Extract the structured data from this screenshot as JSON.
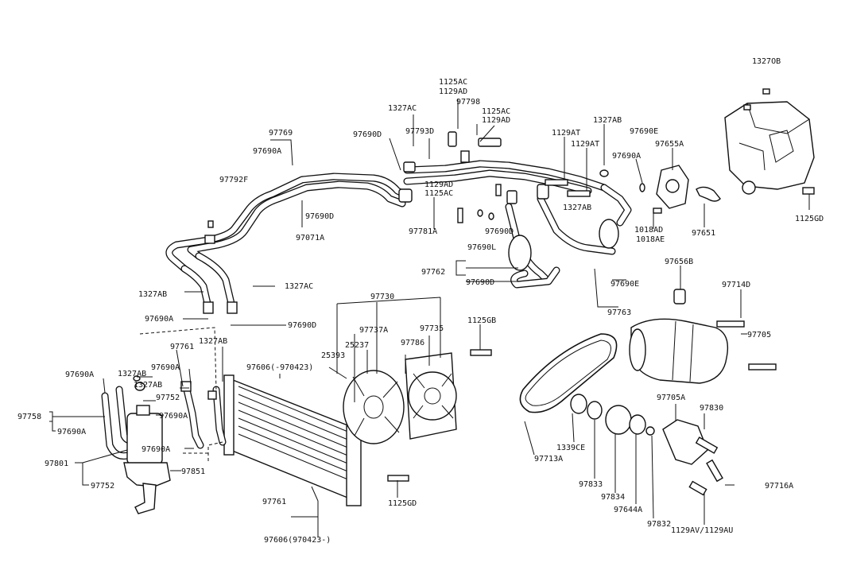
{
  "labels": [
    "1327OB",
    "97769",
    "97690A",
    "97792F",
    "97690D",
    "97071A",
    "1327AB",
    "1327AC",
    "1125AC",
    "1129AD",
    "97798",
    "1327AC",
    "1125AC",
    "1129AD",
    "97793D",
    "97690D",
    "1129AT",
    "1129AT",
    "1327AB",
    "97690E",
    "97690A",
    "97655A",
    "1129AD",
    "1125AC",
    "97781A",
    "97690L",
    "97690D",
    "1327AB",
    "1018AD",
    "1018AE",
    "97651",
    "1125GD",
    "97762",
    "97690D",
    "97690E",
    "97763",
    "97656B",
    "97714D",
    "97705",
    "97690A",
    "97690D",
    "97730",
    "97737A",
    "97735",
    "1125GB",
    "1327AB",
    "97761",
    "97690A",
    "97606(-970423)",
    "25393",
    "25237",
    "97786",
    "97690A",
    "1327AB",
    "1327AB",
    "97752",
    "97758",
    "97690A",
    "97690A",
    "97690A",
    "97801",
    "97752",
    "97851",
    "97713A",
    "1339CE",
    "97833",
    "97834",
    "97644A",
    "97832",
    "97705A",
    "97830",
    "97716A",
    "1129AV/1129AU",
    "97761",
    "97606(970423-)",
    "1125GD"
  ]
}
